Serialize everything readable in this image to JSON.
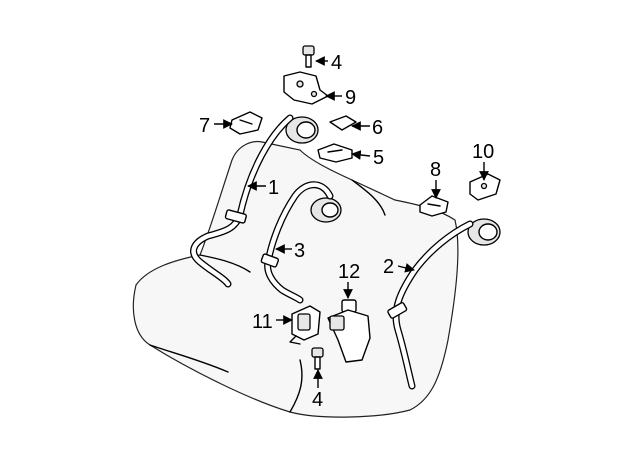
{
  "callouts": {
    "c1": "1",
    "c2": "2",
    "c3": "3",
    "c4_top": "4",
    "c4_bottom": "4",
    "c5": "5",
    "c6": "6",
    "c7": "7",
    "c8": "8",
    "c9": "9",
    "c10": "10",
    "c11": "11",
    "c12": "12"
  }
}
